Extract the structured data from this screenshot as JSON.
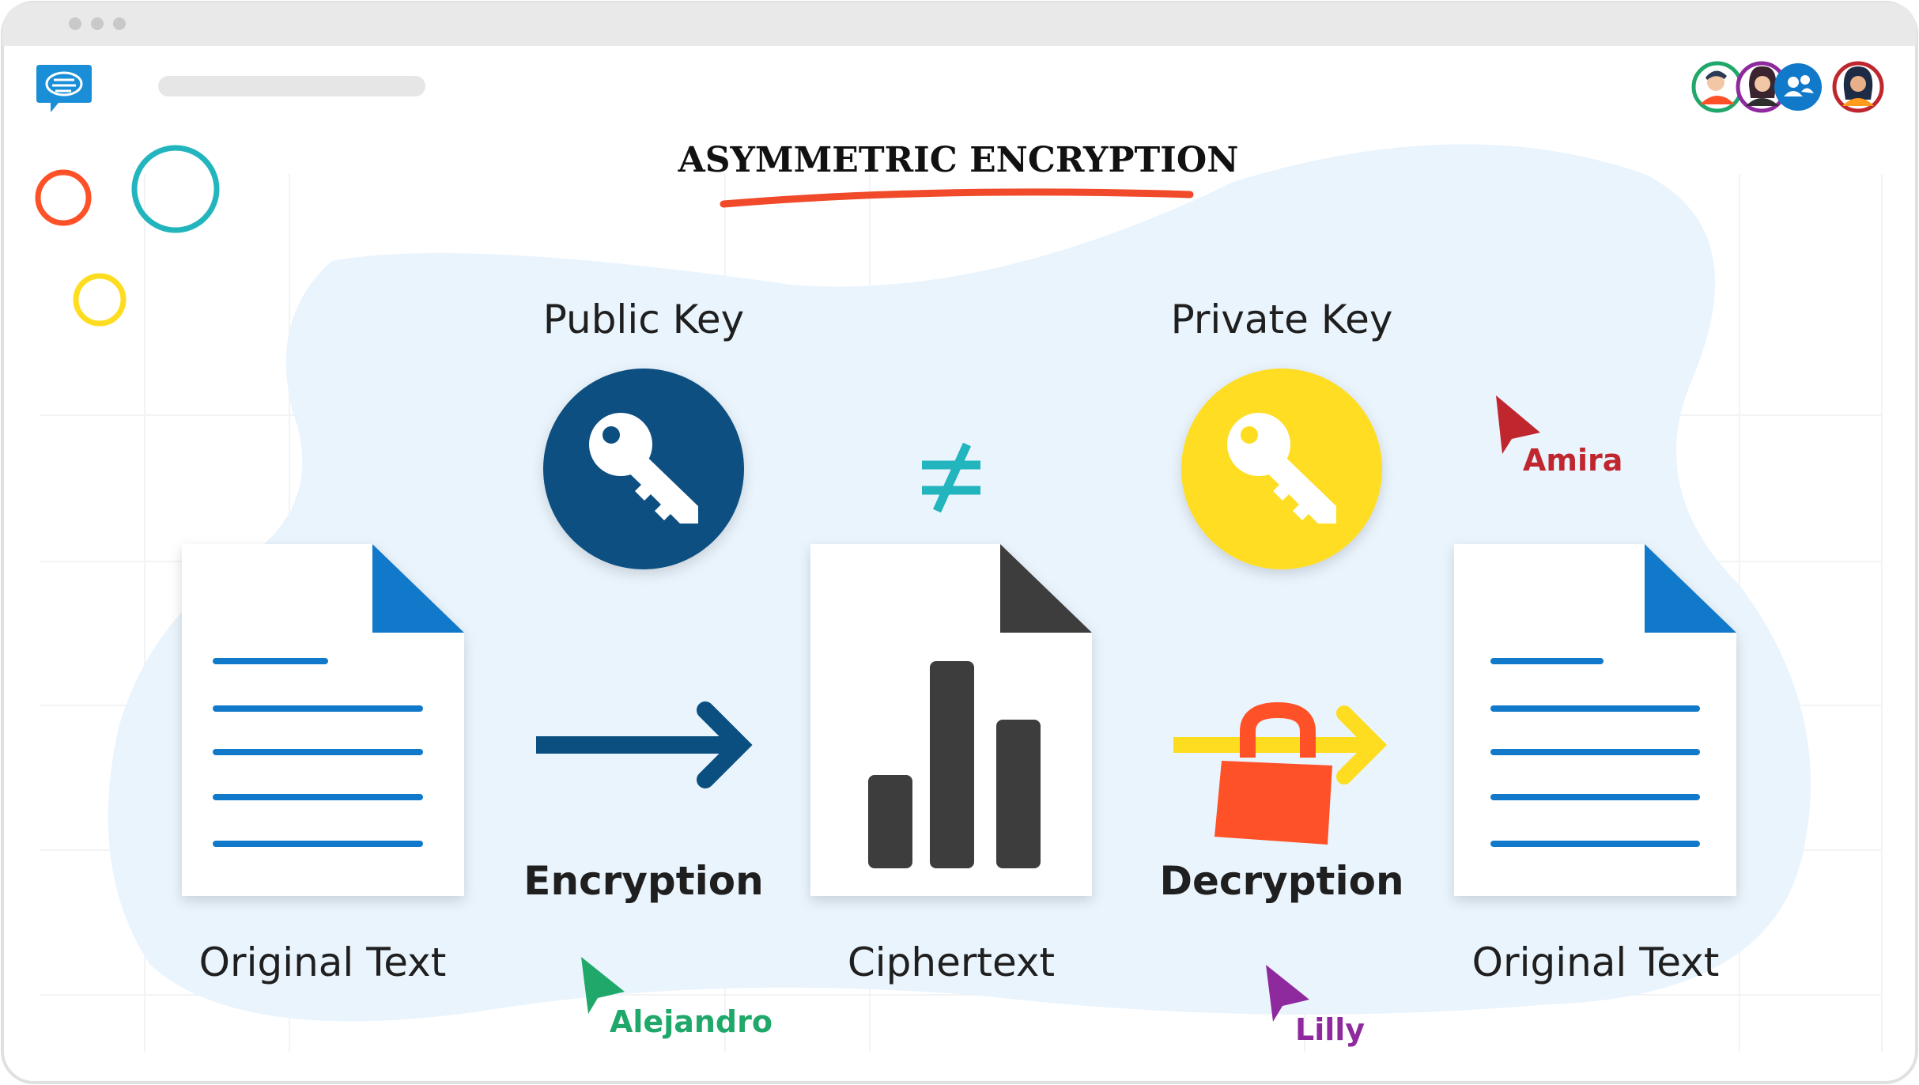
{
  "diagram": {
    "title": "ASYMMETRIC ENCRYPTION",
    "keys": [
      {
        "label": "Public Key",
        "color": "#0b4f80"
      },
      {
        "label": "Private Key",
        "color": "#fedd21"
      }
    ],
    "not_equal_symbol": "≠",
    "processes": [
      {
        "label": "Encryption"
      },
      {
        "label": "Decryption"
      }
    ],
    "documents": [
      {
        "label": "Original Text"
      },
      {
        "label": "Ciphertext"
      },
      {
        "label": "Original Text"
      }
    ]
  },
  "cursors": [
    {
      "name": "Amira",
      "color": "#c0262d"
    },
    {
      "name": "Alejandro",
      "color": "#1fa86a"
    },
    {
      "name": "Lilly",
      "color": "#8e2a9e"
    }
  ],
  "colors": {
    "blob": "#eaf4fd",
    "accent_blue": "#1179c9",
    "dark_blue": "#0b4f80",
    "yellow": "#fedd21",
    "lock_red": "#ff5128",
    "teal": "#22b5be",
    "underline": "#f04a2a"
  },
  "icons": {
    "app": "chat-bubble-icon",
    "public_key": "key-icon",
    "private_key": "key-icon",
    "lock": "lock-icon",
    "arrow": "arrow-right-icon"
  }
}
